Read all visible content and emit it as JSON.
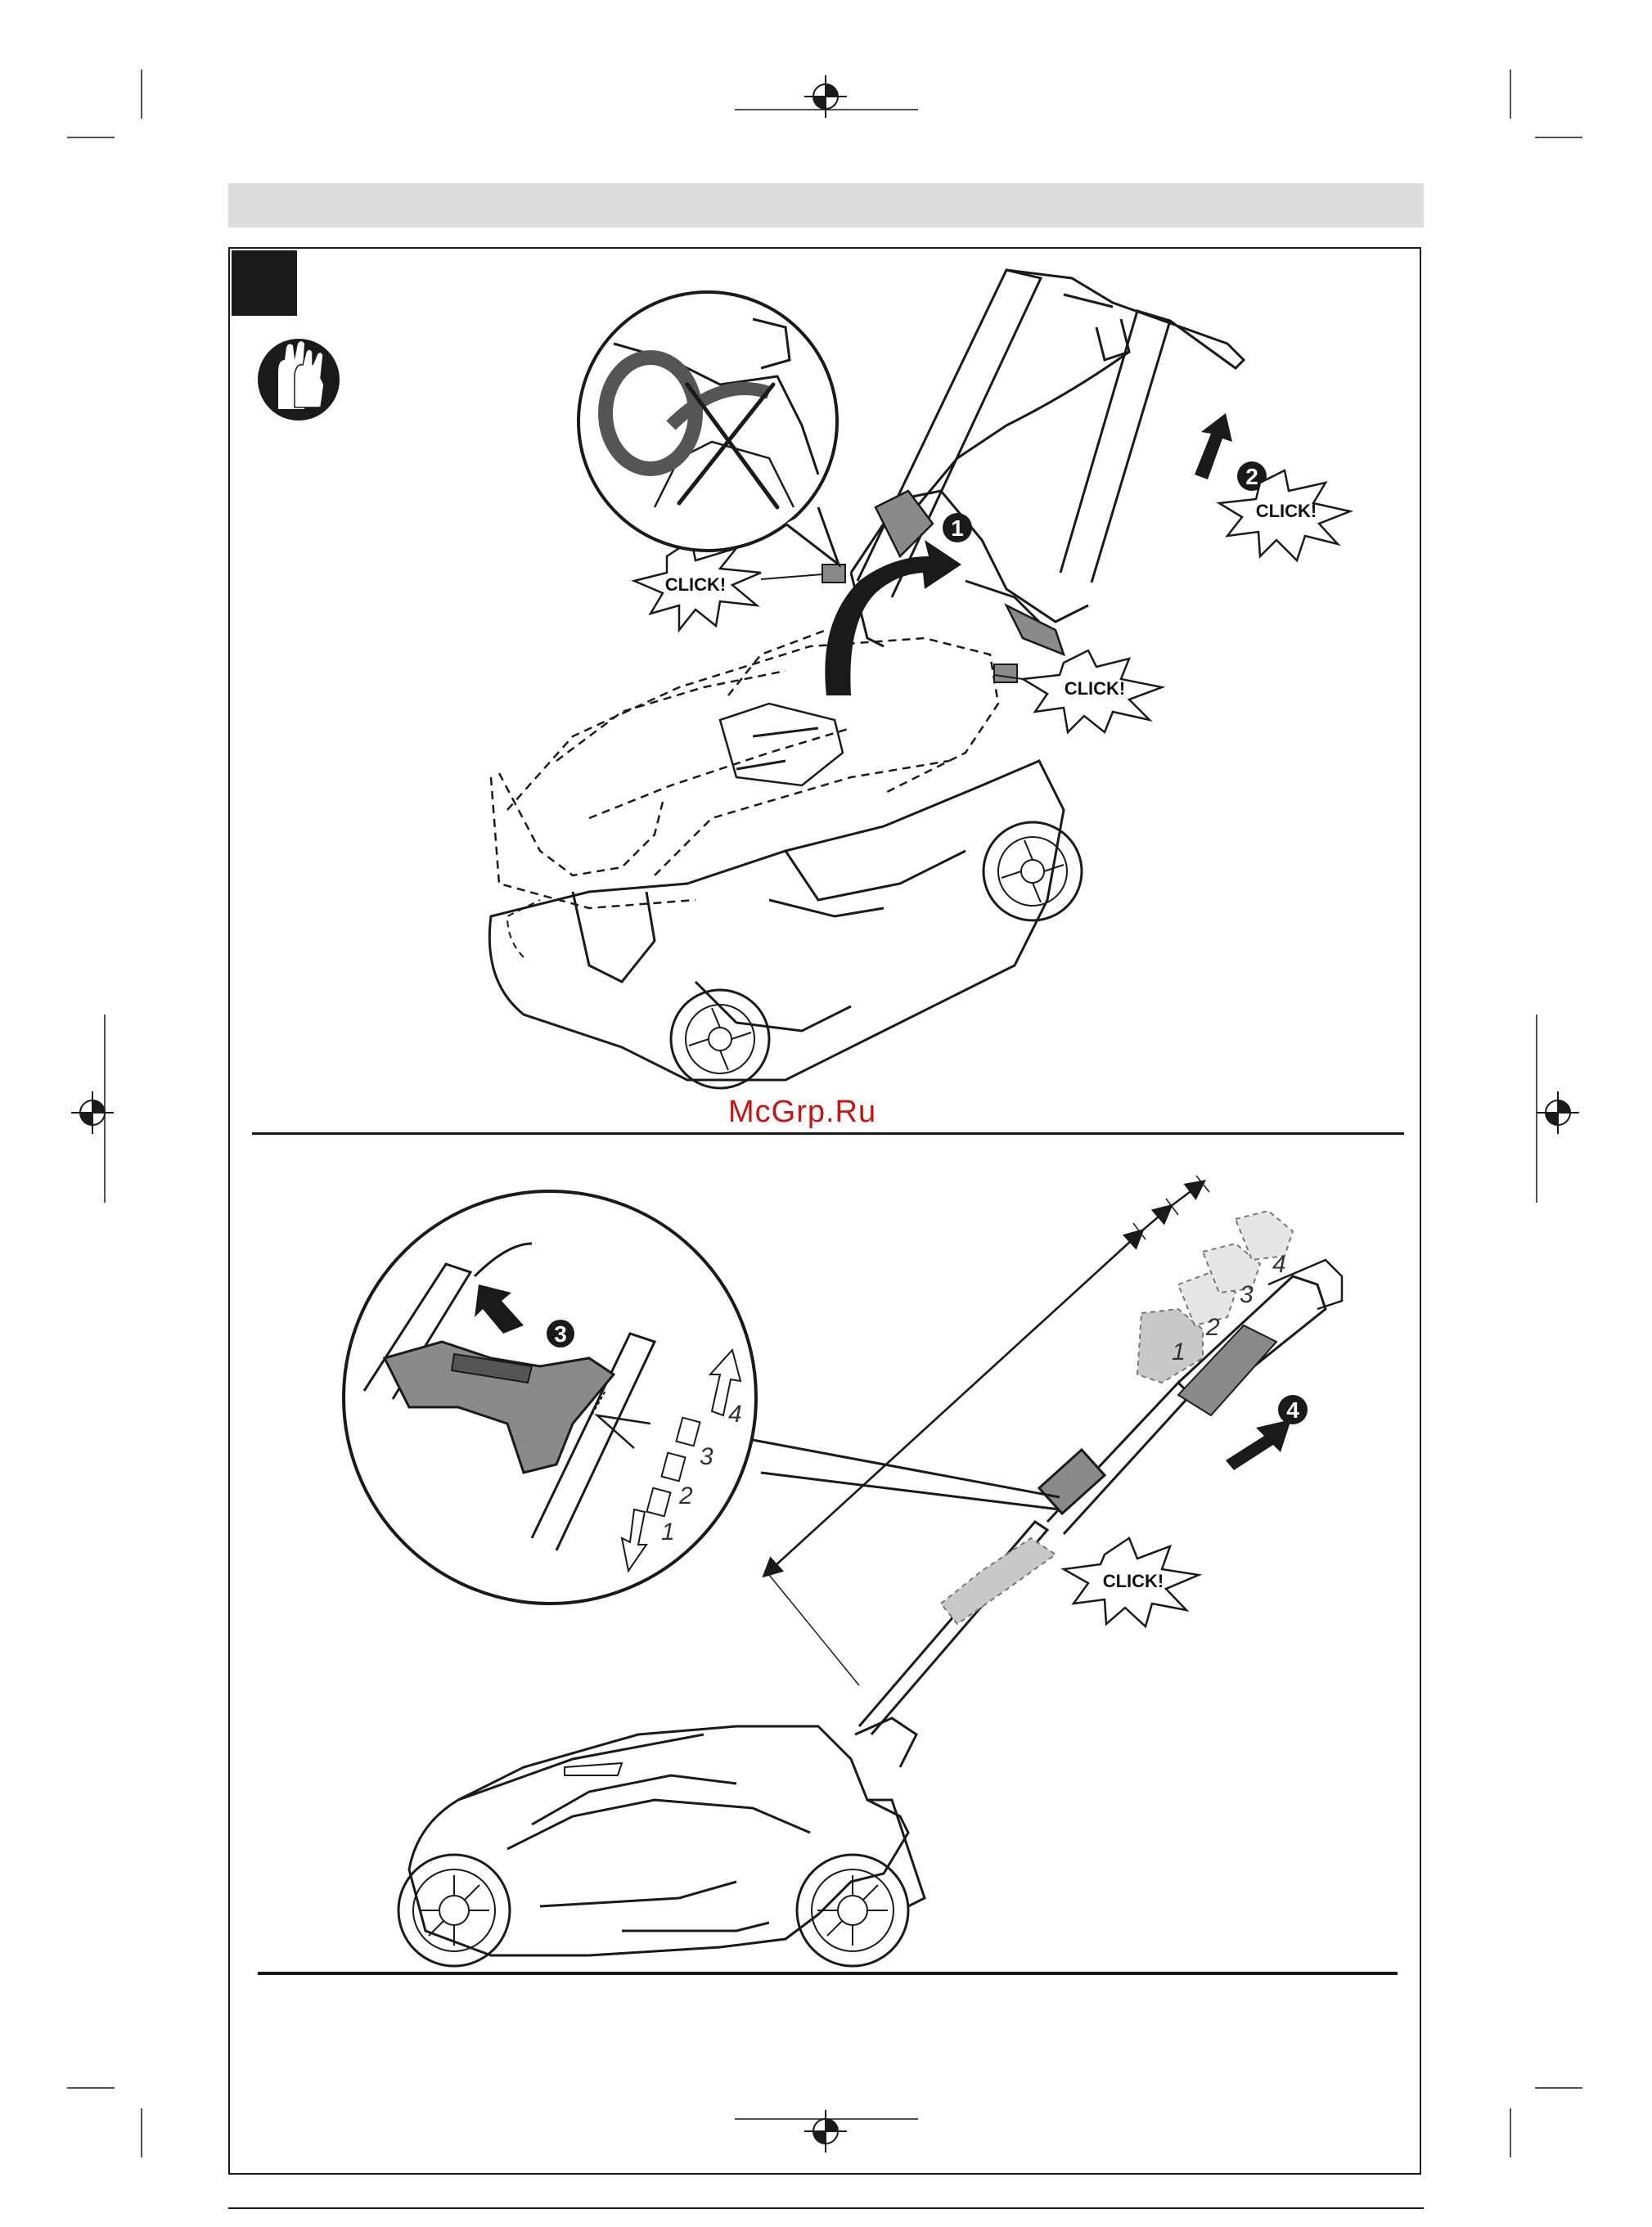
{
  "watermark": "McGrp.Ru",
  "callouts": {
    "click_1": "CLICK!",
    "click_2": "CLICK!",
    "click_3": "CLICK!",
    "click_4": "CLICK!"
  },
  "steps": [
    "1",
    "2",
    "3",
    "4"
  ],
  "height_positions": [
    "1",
    "2",
    "3",
    "4"
  ],
  "scale_positions": [
    "4",
    "3",
    "2",
    "1"
  ],
  "icons": {
    "gloves": "gloves-icon",
    "registration": "registration-mark-icon",
    "prohibited": "cross-out-icon"
  },
  "colors": {
    "ink": "#1a1a1a",
    "header_bar": "#dcdcdc",
    "handle_gray": "#8a8a8a",
    "ghost_gray": "#c8c8c8",
    "watermark": "#cc1111"
  }
}
